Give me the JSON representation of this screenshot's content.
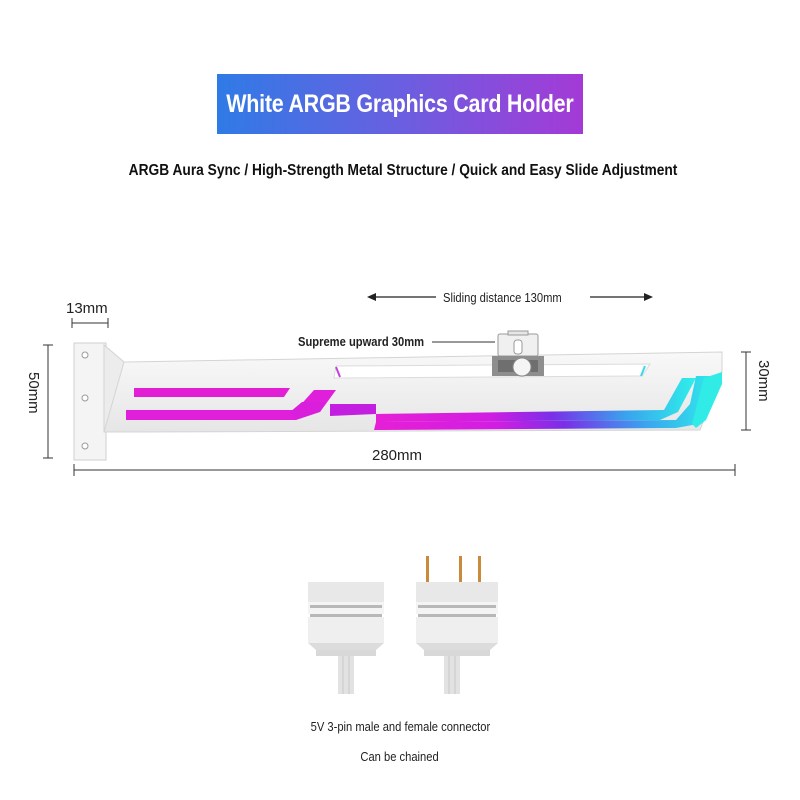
{
  "title": "White ARGB Graphics Card Holder",
  "subtitle": "ARGB Aura Sync / High-Strength Metal Structure / Quick and Easy Slide Adjustment",
  "dimensions": {
    "bracket_width": "13mm",
    "height": "50mm",
    "arm_height": "30mm",
    "length": "280mm",
    "sliding_distance": "Sliding distance 130mm",
    "upward": "Supreme upward 30mm"
  },
  "connector": {
    "caption_line1": "5V 3-pin male and female connector",
    "caption_line2": "Can be chained"
  },
  "colors": {
    "banner_start": "#2f7be6",
    "banner_end": "#a43ad6",
    "argb_magenta": "#e020d8",
    "argb_cyan": "#2fe6e6",
    "holder_white": "#f2f2f2"
  }
}
